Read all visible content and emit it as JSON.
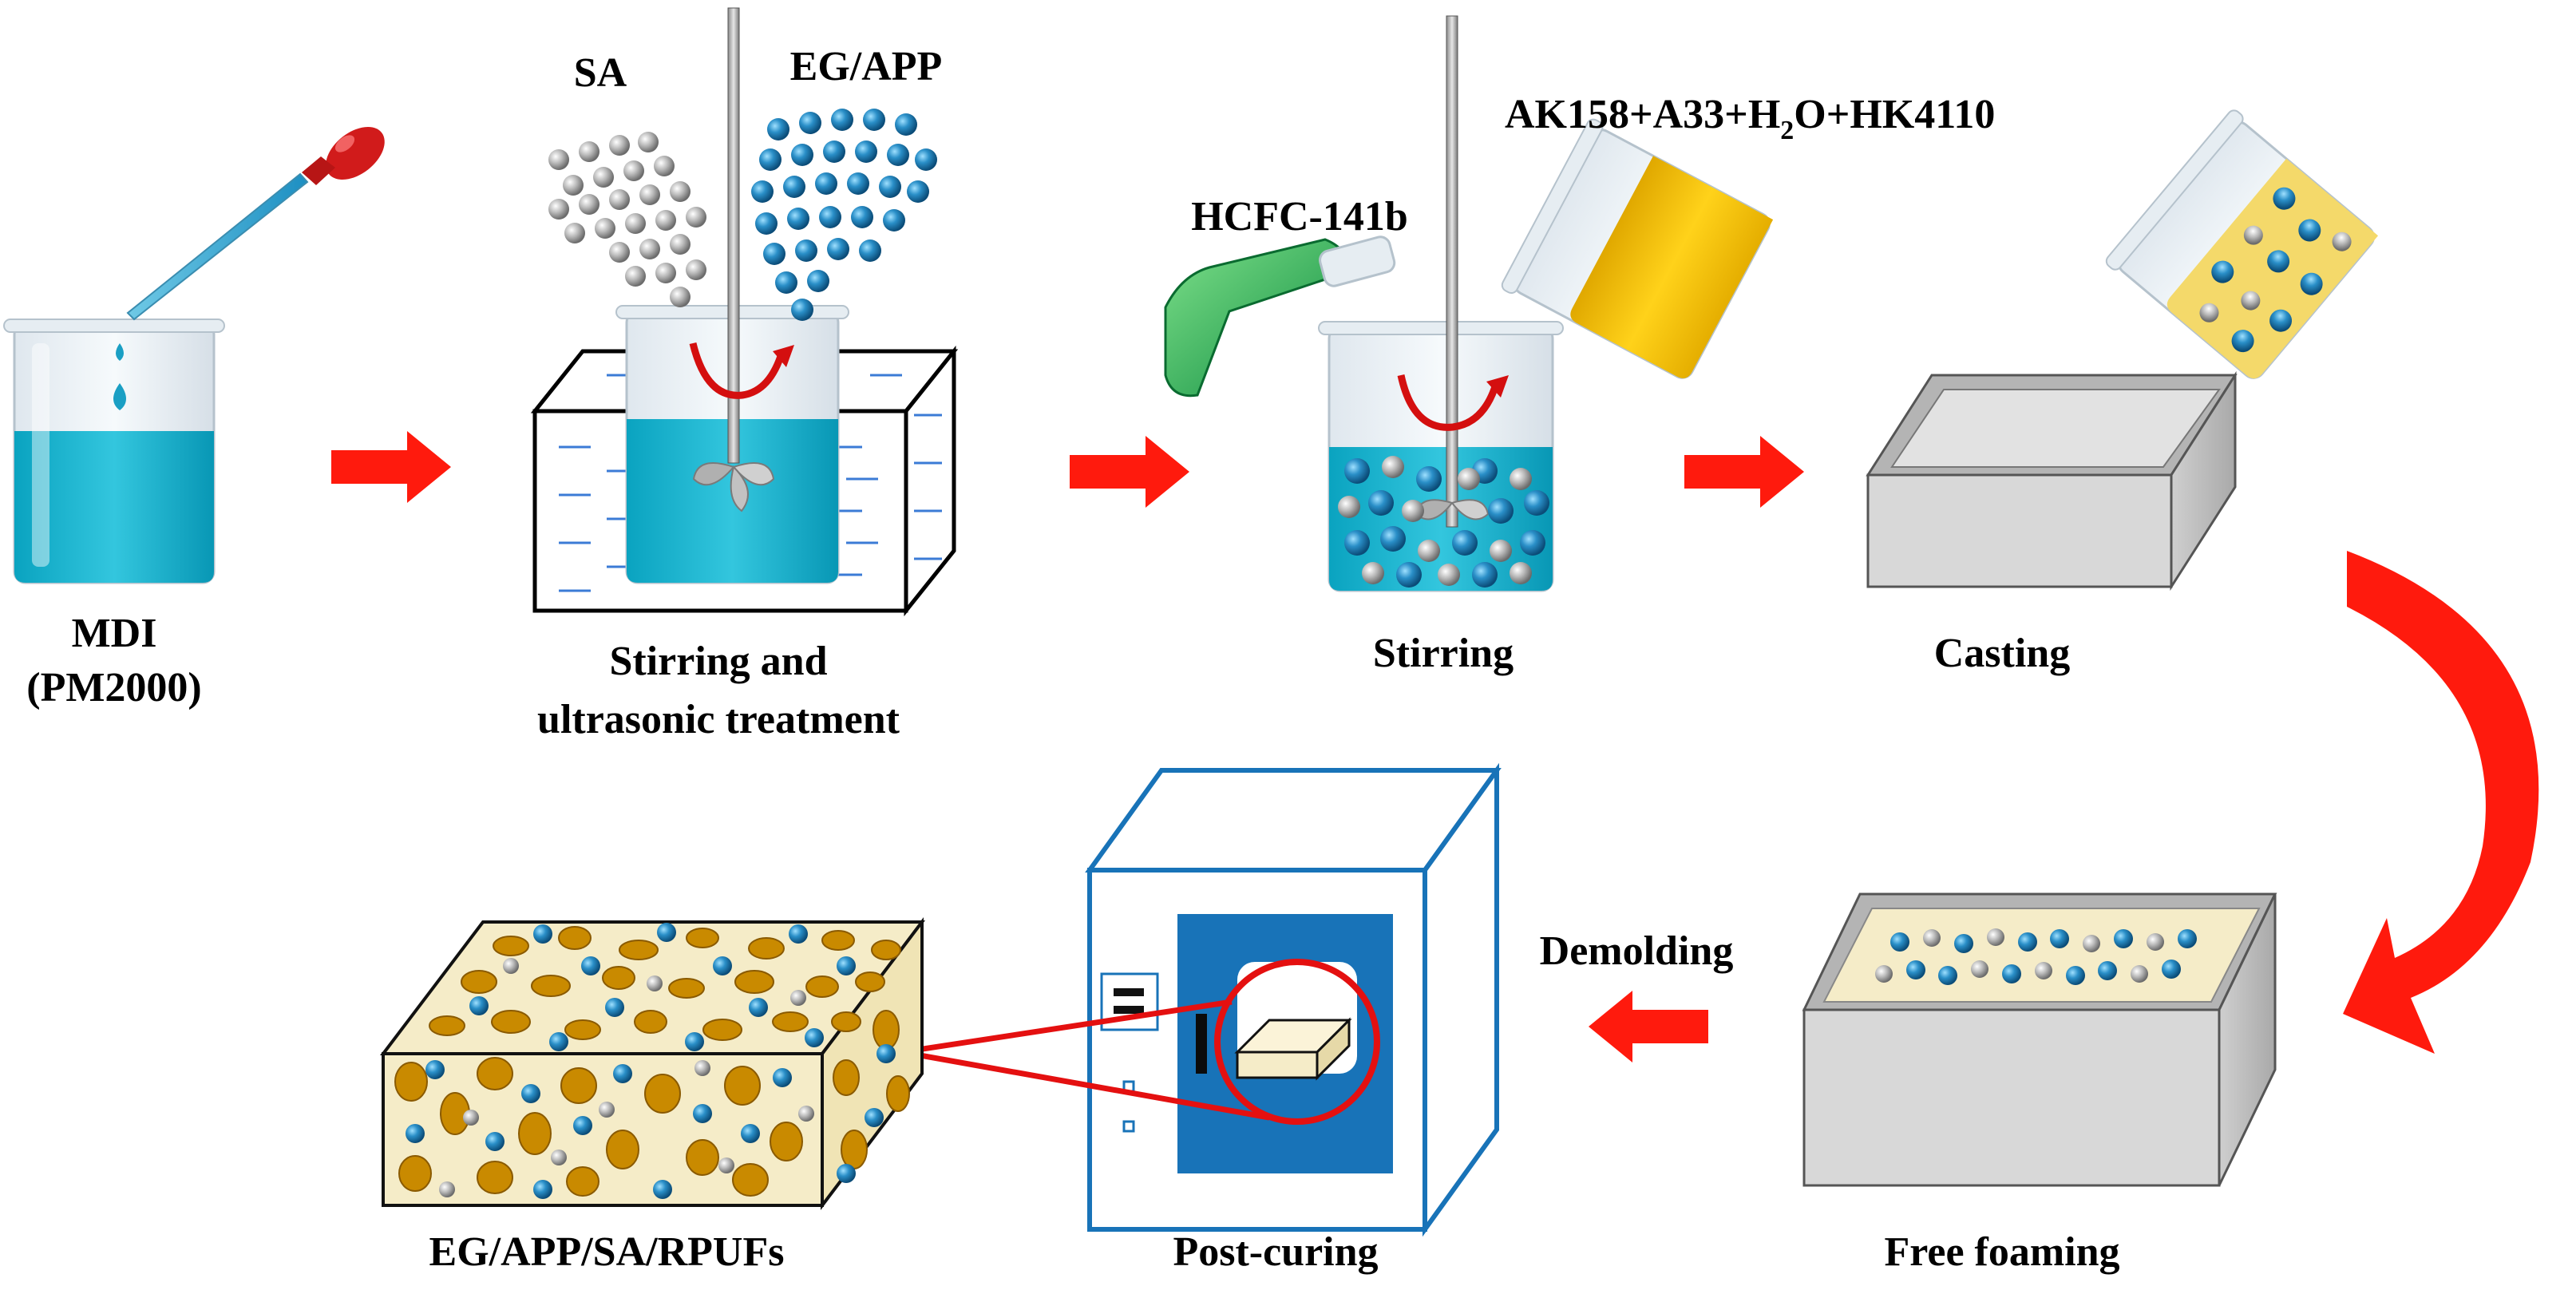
{
  "labels": {
    "mdi": "MDI",
    "mdi_sub": "(PM2000)",
    "sa": "SA",
    "eg_app": "EG/APP",
    "stirring_ultra_1": "Stirring and",
    "stirring_ultra_2": "ultrasonic treatment",
    "hcfc": "HCFC-141b",
    "additives_a": "AK158+A33+H",
    "additives_sub": "2",
    "additives_b": "O+HK4110",
    "stirring": "Stirring",
    "casting": "Casting",
    "free_foaming": "Free foaming",
    "demolding": "Demolding",
    "post_curing": "Post-curing",
    "product": "EG/APP/SA/RPUFs"
  },
  "colors": {
    "arrow": "#ff1a0d",
    "liquid": "#1ab6cf",
    "liquid_light": "#7fd6e4",
    "eg_particle": "#1f7fb4",
    "sa_particle": "#9a9a9a",
    "flask": "#1fb35a",
    "yellow_liquid": "#f2c300",
    "oven": "#1873b8",
    "foam": "#f5ecc8",
    "foam_blob": "#c98a00"
  }
}
